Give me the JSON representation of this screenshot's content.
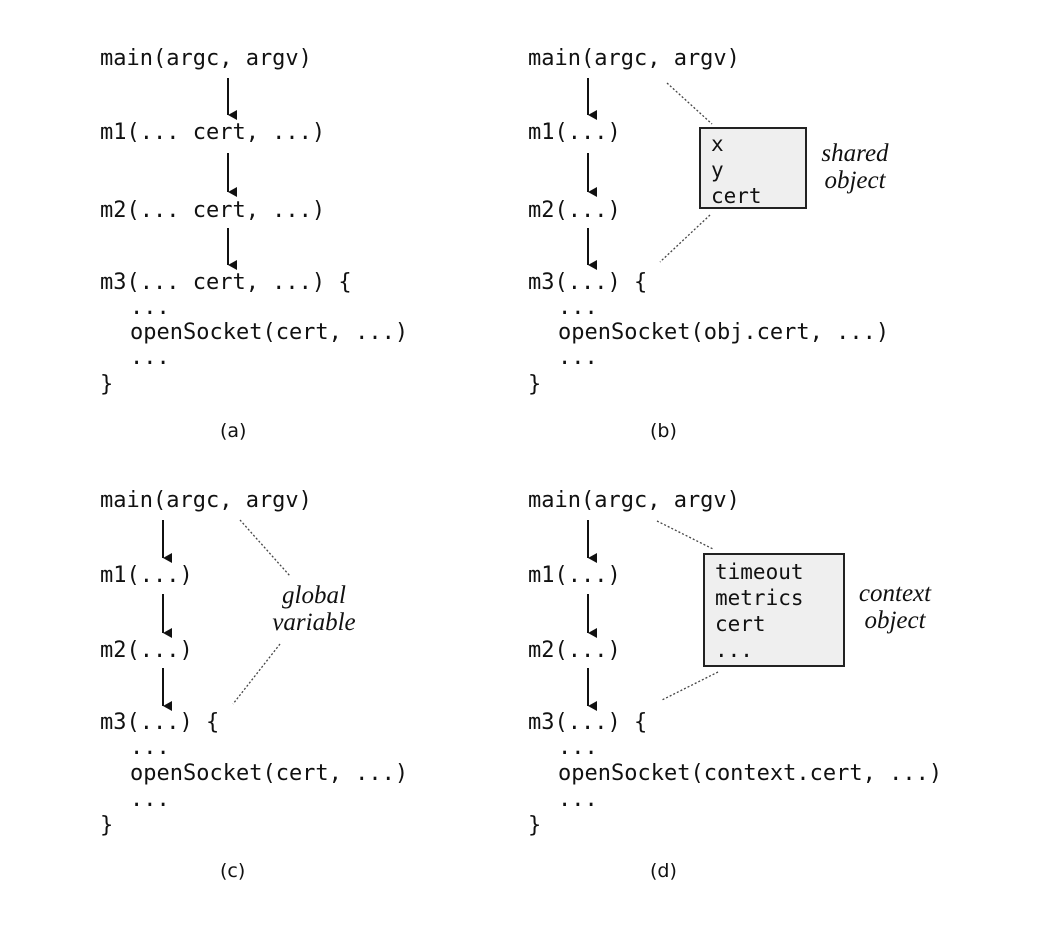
{
  "panel_a": {
    "main": "main(argc, argv)",
    "m1": "m1(... cert, ...)",
    "m2": "m2(... cert, ...)",
    "m3": "m3(... cert, ...) {",
    "dots1": "...",
    "call": "openSocket(cert, ...)",
    "dots2": "...",
    "close": "}",
    "caption": "(a)"
  },
  "panel_b": {
    "main": "main(argc, argv)",
    "m1": "m1(...)",
    "m2": "m2(...)",
    "m3": "m3(...) {",
    "dots1": "...",
    "call": "openSocket(obj.cert, ...)",
    "dots2": "...",
    "close": "}",
    "box_lines": [
      "x",
      "y",
      "cert"
    ],
    "note_line1": "shared",
    "note_line2": "object",
    "caption": "(b)"
  },
  "panel_c": {
    "main": "main(argc, argv)",
    "m1": "m1(...)",
    "m2": "m2(...)",
    "m3": "m3(...) {",
    "dots1": "...",
    "call": "openSocket(cert, ...)",
    "dots2": "...",
    "close": "}",
    "note_line1": "global",
    "note_line2": "variable",
    "caption": "(c)"
  },
  "panel_d": {
    "main": "main(argc, argv)",
    "m1": "m1(...)",
    "m2": "m2(...)",
    "m3": "m3(...) {",
    "dots1": "...",
    "call": "openSocket(context.cert, ...)",
    "dots2": "...",
    "close": "}",
    "box_lines": [
      "timeout",
      "metrics",
      "cert",
      "..."
    ],
    "note_line1": "context",
    "note_line2": "object",
    "caption": "(d)"
  }
}
